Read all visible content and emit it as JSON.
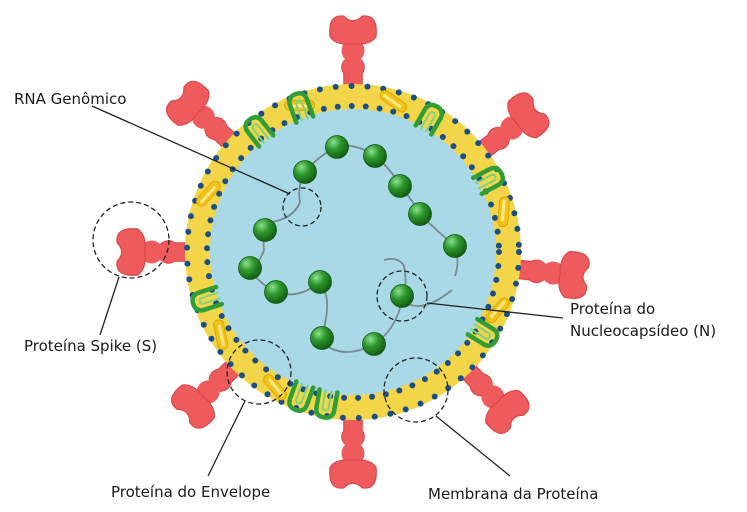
{
  "labels": {
    "rna": "RNA Genômico",
    "spike": "Proteína Spike (S)",
    "nucleocapsid_line1": "Proteína do",
    "nucleocapsid_line2": "Nucleocapsídeo (N)",
    "envelope": "Proteína do Envelope",
    "membrane": "Membrana da Proteína"
  },
  "colors": {
    "membrane_yellow": "#f3d54a",
    "interior_blue": "#a9d8e6",
    "spike_red": "#ef5a5c",
    "bead_green": "#2e9a2e",
    "membrane_protein_green": "#2f9e36",
    "envelope_yellow": "#f2c316",
    "lipid_dot_blue": "#1c4f86"
  }
}
